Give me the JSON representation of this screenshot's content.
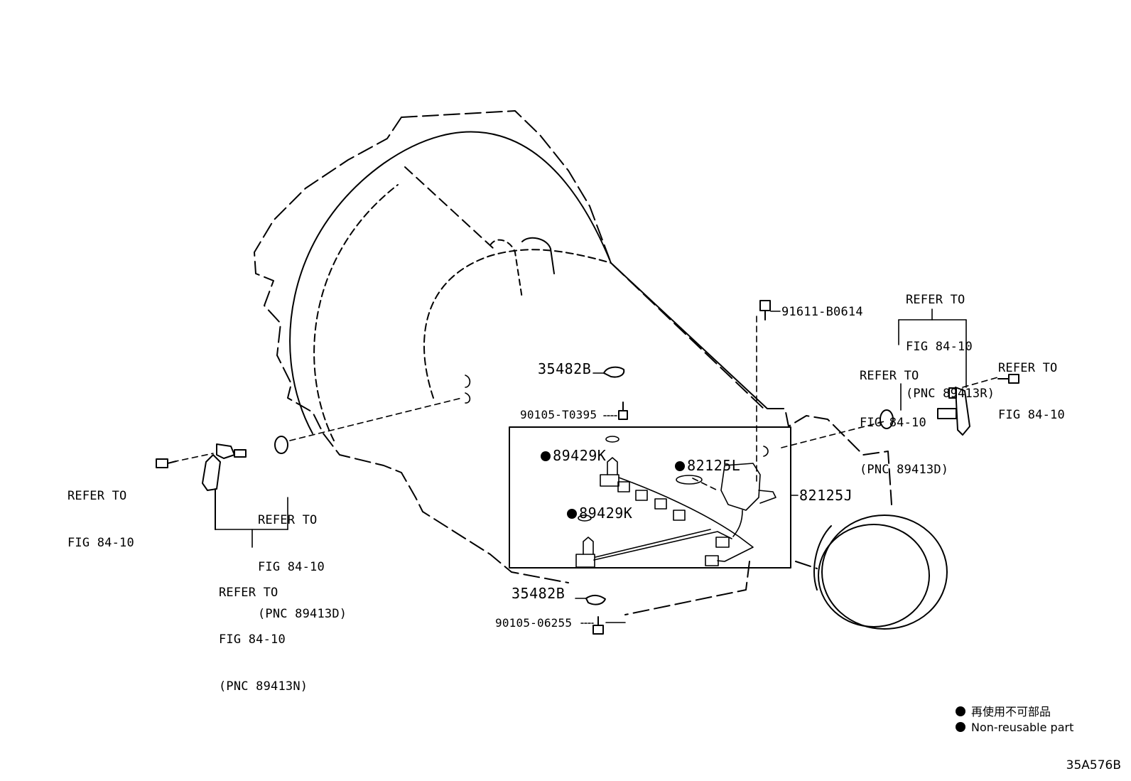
{
  "callouts": {
    "refer_top_right_center": [
      "REFER TO",
      "FIG 84-10",
      "(PNC 89413R)"
    ],
    "refer_right_middle": [
      "REFER TO",
      "FIG 84-10",
      "(PNC 89413D)"
    ],
    "refer_far_right": [
      "REFER TO",
      "FIG 84-10"
    ],
    "refer_left_bolt": [
      "REFER TO",
      "FIG 84-10"
    ],
    "refer_left_oring": [
      "REFER TO",
      "FIG 84-10",
      "(PNC 89413D)"
    ],
    "refer_left_bottom": [
      "REFER TO",
      "FIG 84-10",
      "(PNC 89413N)"
    ]
  },
  "parts": {
    "bolt_top": "91611-B0614",
    "clip_upper": "35482B",
    "bolt_upper": "90105-T0395",
    "oring_k1": "89429K",
    "oring_k2": "89429K",
    "oring_l": "82125L",
    "harness": "82125J",
    "clip_lower": "35482B",
    "bolt_lower": "90105-06255"
  },
  "legend": {
    "line_jp": "再使用不可部品",
    "line_en": "Non-reusable part"
  },
  "illustration_code": "35A576B"
}
